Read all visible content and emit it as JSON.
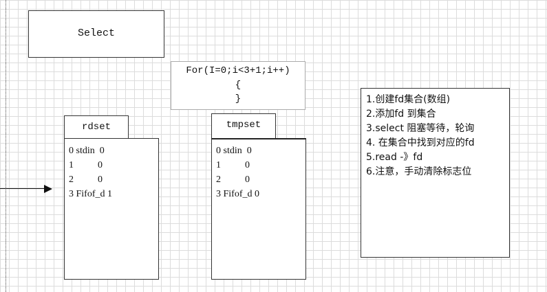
{
  "select_box": {
    "label": "Select"
  },
  "loop_box": {
    "lines": [
      "For(I=0;i<3+1;i++)",
      "{",
      "}"
    ]
  },
  "rdset": {
    "label": "rdset",
    "rows": [
      "0 stdin  0",
      "1          0",
      "2          0",
      "3 Fifof_d 1"
    ]
  },
  "tmpset": {
    "label": "tmpset",
    "rows": [
      "0 stdin  0",
      "1          0",
      "2          0",
      "3 Fifof_d 0"
    ]
  },
  "notes": {
    "lines": [
      "1.创建fd集合(数组)",
      "2.添加fd 到集合",
      "3.select 阻塞等待，轮询",
      "4. 在集合中找到对应的fd",
      "5.read -》fd",
      "6.注意，手动清除标志位"
    ]
  }
}
